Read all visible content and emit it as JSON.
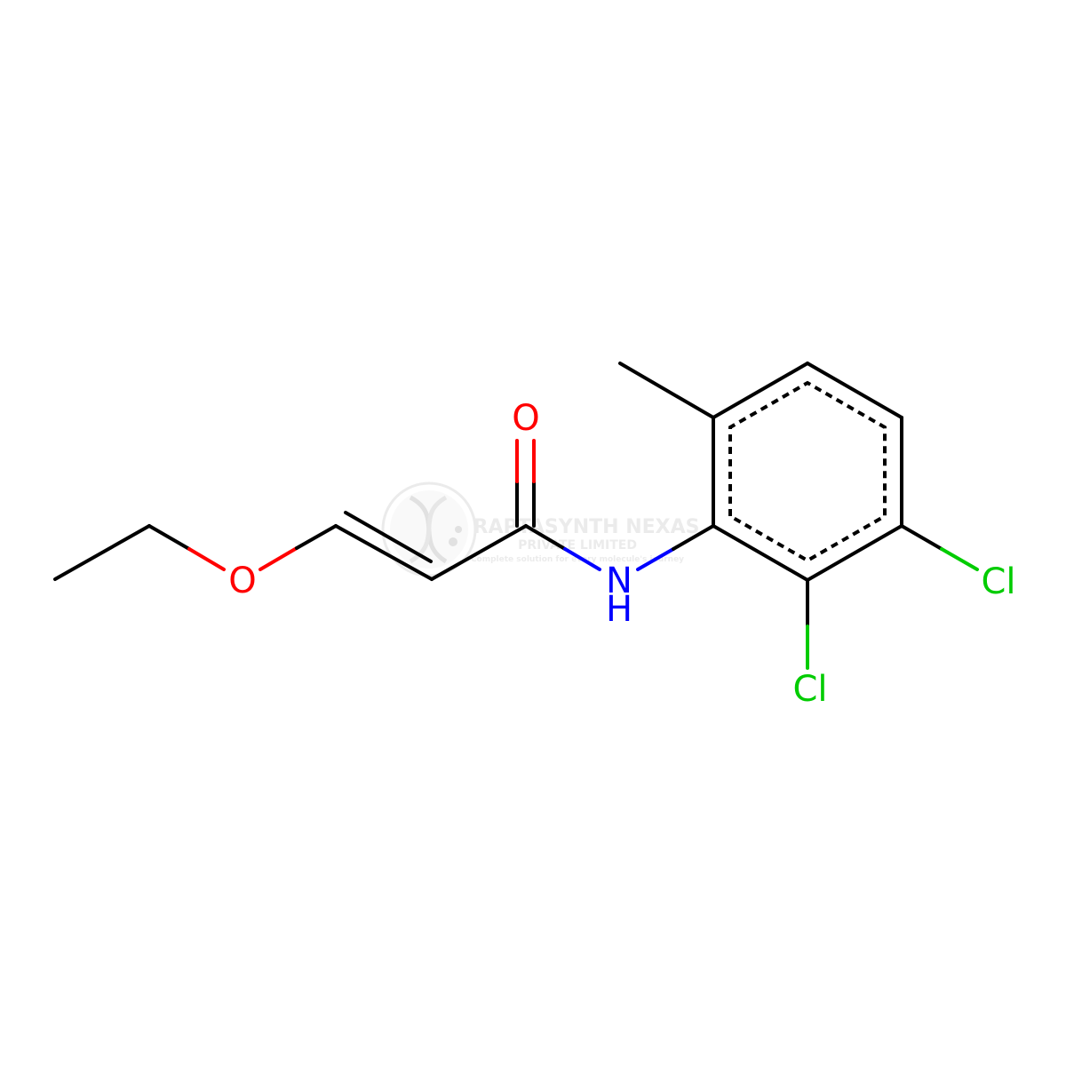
{
  "atoms": {
    "O_ether": "O",
    "O_carbonyl": "O",
    "N_amide": "N",
    "H_amide": "H",
    "Cl_2": "Cl",
    "Cl_3": "Cl"
  },
  "colors": {
    "bond": "#000000",
    "oxygen": "#ff0000",
    "nitrogen": "#0000ff",
    "chlorine": "#00cc00",
    "watermark": "#c8c8c8"
  },
  "watermark": {
    "line1": "RAPTASYNTH NEXAS",
    "line2": "PRIVATE LIMITED",
    "line3": "Complete solution for every molecule's journey",
    "logo_icon": "dna-helix-icon"
  }
}
